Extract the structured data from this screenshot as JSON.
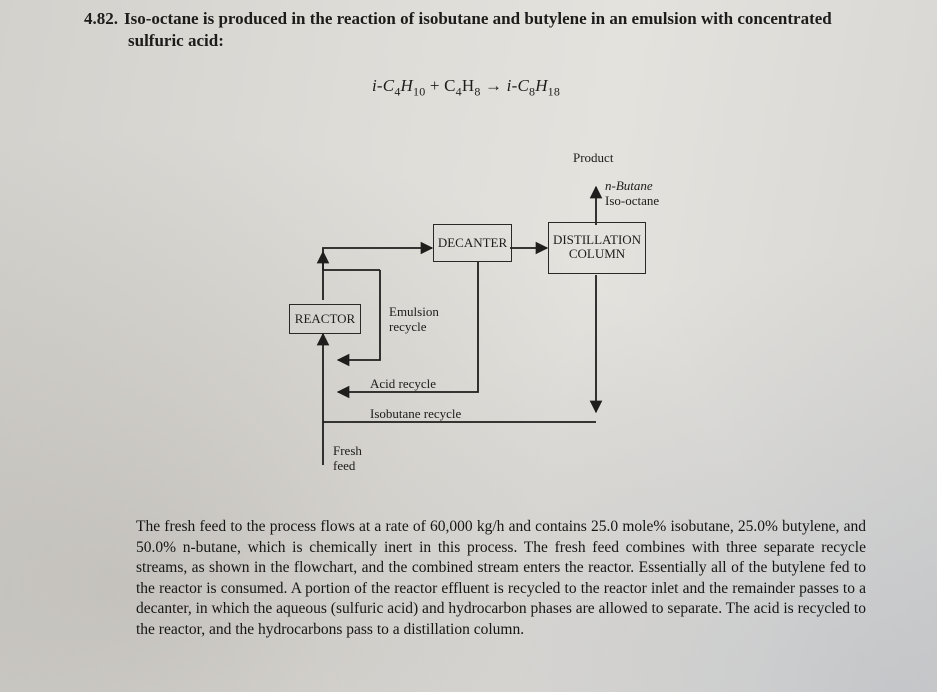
{
  "problem": {
    "number": "4.82.",
    "line1": "Iso-octane is produced in the reaction of isobutane and butylene in an emulsion with concentrated",
    "line2": "sulfuric acid:"
  },
  "equation": {
    "r1": "i-C",
    "r1_sub1": "4",
    "r1_mid": "H",
    "r1_sub2": "10",
    "plus": " + C",
    "r2_sub1": "4",
    "r2_mid": "H",
    "r2_sub2": "8",
    "arrow": " → ",
    "p1": "i-C",
    "p1_sub1": "8",
    "p1_mid": "H",
    "p1_sub2": "18"
  },
  "flowchart": {
    "reactor": "REACTOR",
    "decanter": "DECANTER",
    "distillation_line1": "DISTILLATION",
    "distillation_line2": "COLUMN",
    "product": "Product",
    "n_butane": "n-Butane",
    "iso_octane": "Iso-octane",
    "emulsion_line1": "Emulsion",
    "emulsion_line2": "recycle",
    "acid_recycle": "Acid recycle",
    "isobutane_recycle": "Isobutane recycle",
    "fresh_line1": "Fresh",
    "fresh_line2": "feed"
  },
  "paragraph": "The fresh feed to the process flows at a rate of 60,000 kg/h and contains 25.0 mole% isobutane, 25.0% butylene, and 50.0% n-butane, which is chemically inert in this process. The fresh feed combines with three separate recycle streams, as shown in the flowchart, and the combined stream enters the reactor. Essentially all of the butylene fed to the reactor is consumed. A portion of the reactor effluent is recycled to the reactor inlet and the remainder passes to a decanter, in which the aqueous (sulfuric acid) and hydrocarbon phases are allowed to separate. The acid is recycled to the reactor, and the hydrocarbons pass to a distillation column."
}
